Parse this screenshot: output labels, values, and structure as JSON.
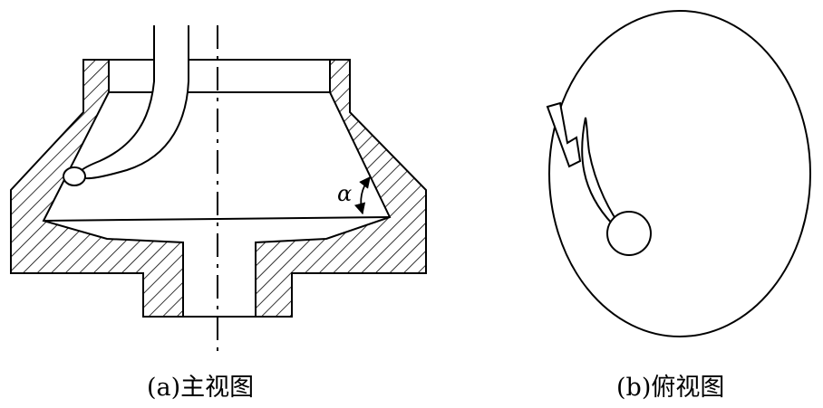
{
  "figures": [
    {
      "caption": "(a)主视图",
      "angle_symbol": "α"
    },
    {
      "caption": "(b)俯视图"
    }
  ]
}
